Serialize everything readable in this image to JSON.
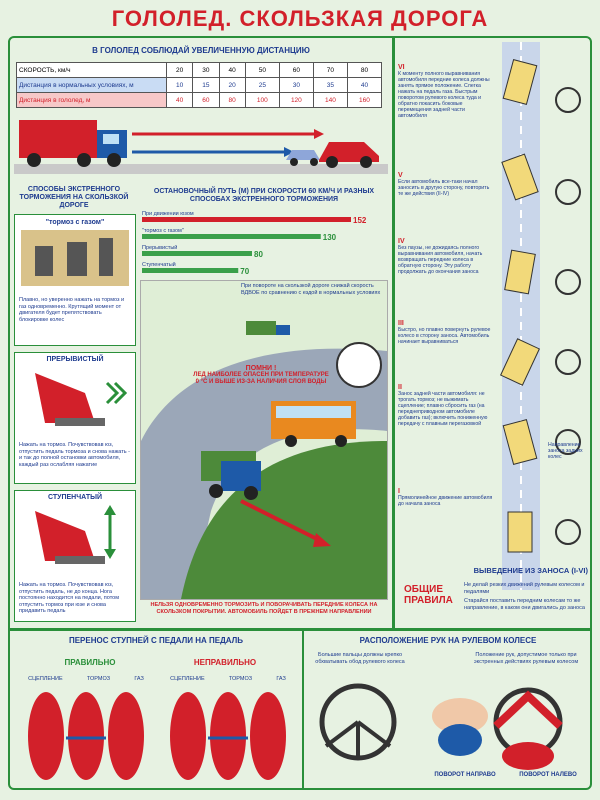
{
  "title": "ГОЛОЛЕД. СКОЛЬЗКАЯ ДОРОГА",
  "distance": {
    "heading": "В ГОЛОЛЕД СОБЛЮДАЙ УВЕЛИЧЕННУЮ ДИСТАНЦИЮ",
    "rows": [
      {
        "label": "СКОРОСТЬ, км/ч",
        "values": [
          "20",
          "30",
          "40",
          "50",
          "60",
          "70",
          "80"
        ]
      },
      {
        "label": "Дистанция в нормальных условиях, м",
        "values": [
          "10",
          "15",
          "20",
          "25",
          "30",
          "35",
          "40"
        ]
      },
      {
        "label": "Дистанция в гололед, м",
        "values": [
          "40",
          "60",
          "80",
          "100",
          "120",
          "140",
          "160"
        ]
      }
    ]
  },
  "methods": {
    "heading": "СПОСОБЫ ЭКСТРЕННОГО ТОРМОЖЕНИЯ НА СКОЛЬЗКОЙ ДОРОГЕ",
    "items": [
      {
        "title": "\"тормоз с газом\"",
        "text": "Плавно, но уверенно нажать на тормоз и газ одновременно. Крутящий момент от двигателя будет препятствовать блокировке колес"
      },
      {
        "title": "ПРЕРЫВИСТЫЙ",
        "text": "Нажать на тормоз. Почувствовав юз, отпустить педаль тормоза и снова нажать - и так до полной остановки автомобиля, каждый раз ослабляя нажатие"
      },
      {
        "title": "СТУПЕНЧАТЫЙ",
        "text": "Нажать на тормоз. Почувствовав юз, отпустить педаль, не до конца. Нога постоянно находится на педали, потом отпустить тормоз при юзе и снова придавить педаль"
      }
    ]
  },
  "stopping": {
    "heading": "ОСТАНОВОЧНЫЙ ПУТЬ (м) ПРИ СКОРОСТИ 60 км/ч И РАЗНЫХ СПОСОБАХ ЭКСТРЕННОГО ТОРМОЖЕНИЯ",
    "bars": [
      {
        "label": "При движении юзом",
        "value": 152
      },
      {
        "label": "\"тормоз с газом\"",
        "value": 130
      },
      {
        "label": "Прерывистый",
        "value": 80
      },
      {
        "label": "Ступенчатый",
        "value": 70
      }
    ]
  },
  "turn_note": "При повороте на скользкой дороге снижай скорость ВДВОЕ по сравнению с ездой в нормальных условиях",
  "remember": {
    "title": "ПОМНИ !",
    "text": "ЛЕД НАИБОЛЕЕ ОПАСЕН ПРИ ТЕМПЕРАТУРЕ 0 °С И ВЫШЕ ИЗ-ЗА НАЛИЧИЯ СЛОЯ ВОДЫ"
  },
  "warning": "НЕЛЬЗЯ ОДНОВРЕМЕННО ТОРМОЗИТЬ И ПОВОРАЧИВАТЬ ПЕРЕДНИЕ КОЛЕСА НА СКОЛЬЗКОМ ПОКРЫТИИ. АВТОМОБИЛЬ ПОЙДЕТ В ПРЕЖНЕМ НАПРАВЛЕНИИ",
  "skid": {
    "stages": [
      {
        "num": "VI",
        "text": "К моменту полного выравнивания автомобиля передние колеса должны занять прямое положение. Слегка нажать на педаль газа. Быстрым поворотом рулевого колеса туда и обратно покасить боковые перемещения задней части автомобиля"
      },
      {
        "num": "V",
        "text": "Если автомобиль все-таки начал заносить в другую сторону, повторить те же действия (II-IV)"
      },
      {
        "num": "IV",
        "text": "Без паузы, не дожидаясь полного выравнивания автомобиля, начать возвращать передние колеса в обратную сторону. Эту работу продолжать до окончания заноса"
      },
      {
        "num": "III",
        "text": "Быстро, но плавно повернуть рулевое колесо в сторону заноса. Автомобиль начинает выравниваться"
      },
      {
        "num": "II",
        "text": "Занос задней части автомобиля: не трогать тормоз; не выжимать сцепление; плавно сбросить газ (на переднеприводном автомобиле добавить газ); включить пониженную передачу с плавным перегазовкой"
      },
      {
        "num": "I",
        "text": "Прямолинейное движение автомобиля до начала заноса"
      }
    ],
    "side_label": "Направление заноса задних колес",
    "exit_title": "ВЫВЕДЕНИЕ ИЗ ЗАНОСА (I-VI)"
  },
  "rules": {
    "title": "ОБЩИЕ ПРАВИЛА",
    "items": [
      "Не делай резких движений рулевым колесом и педалями",
      "Старайся поставить передним колесам то же направление, в каком они двигались до заноса"
    ]
  },
  "feet": {
    "heading": "ПЕРЕНОС СТУПНЕЙ С ПЕДАЛИ НА ПЕДАЛЬ",
    "right": "ПРАВИЛЬНО",
    "wrong": "НЕПРАВИЛЬНО",
    "pedals": [
      "СЦЕПЛЕНИЕ",
      "ТОРМОЗ",
      "ГАЗ"
    ]
  },
  "hands": {
    "heading": "РАСПОЛОЖЕНИЕ РУК НА РУЛЕВОМ КОЛЕСЕ",
    "note1": "Большие пальцы должны крепко обхватывать обод рулевого колеса",
    "note2": "Положение рук, допустимое только при экстренных действиях рулевым колесом",
    "left_caption": "ПОВОРОТ НАПРАВО",
    "right_caption": "ПОВОРОТ НАЛЕВО"
  },
  "colors": {
    "accent_red": "#d2202a",
    "text_blue": "#1e3b8f",
    "frame_green": "#2a8f3a"
  }
}
